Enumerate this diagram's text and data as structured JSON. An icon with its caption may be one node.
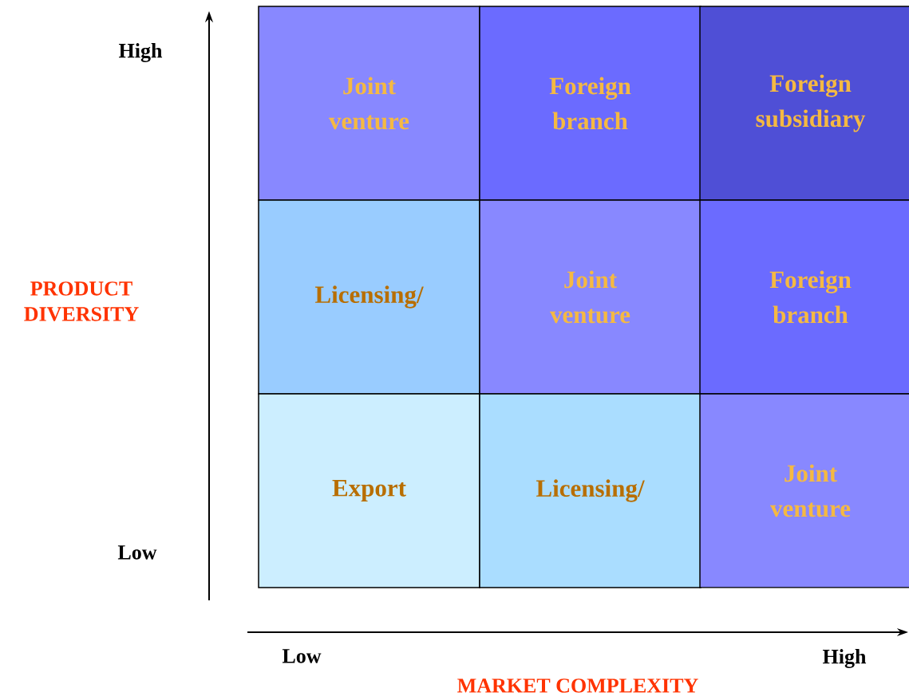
{
  "diagram": {
    "nodes": [
      {
        "text": [
          "Joint venture"
        ]
      },
      {
        "text": [
          "Foreign branch"
        ]
      },
      {
        "text": [
          "Foreign subsidiary"
        ]
      },
      {
        "text": [
          "Licensing/"
        ]
      },
      {
        "text": [
          "Joint venture"
        ]
      },
      {
        "text": [
          "Foreign branch"
        ]
      },
      {
        "text": [
          "Export"
        ]
      },
      {
        "text": [
          "Licensing/"
        ]
      },
      {
        "text": [
          "Joint venture"
        ]
      }
    ],
    "labels": [
      "High",
      "PRODUCT DIVERSITY",
      "Low",
      "Low",
      "High",
      "MARKET COMPLEXITY"
    ]
  }
}
